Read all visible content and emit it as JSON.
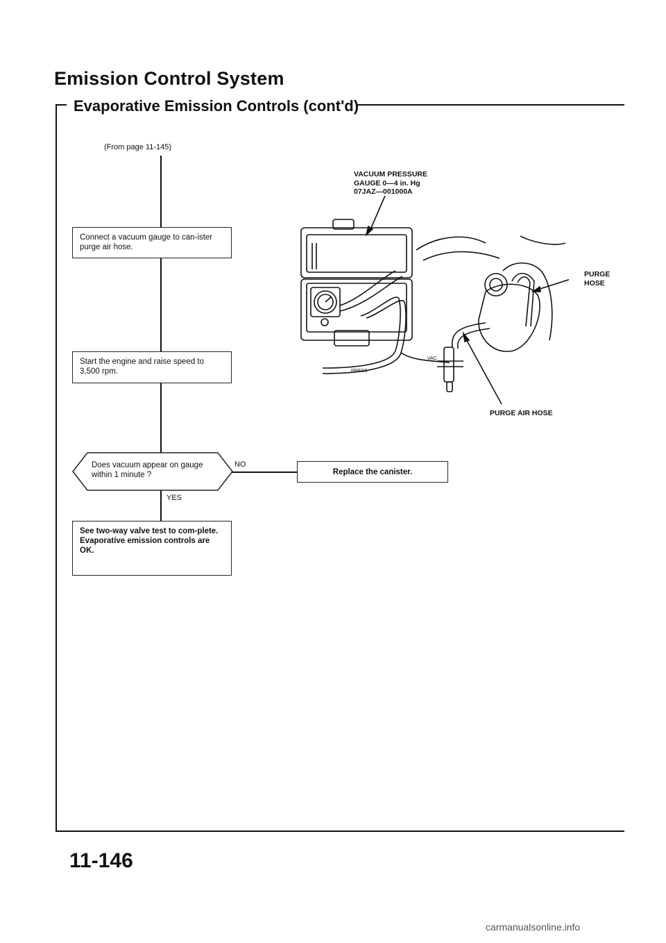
{
  "header": {
    "title": "Emission Control System",
    "subtitle": "Evaporative Emission Controls (cont'd)"
  },
  "flow": {
    "from_page": "(From page 11-145)",
    "step1": "Connect a vacuum gauge to can-ister purge air hose.",
    "step2": "Start the engine and raise speed to 3,500 rpm.",
    "decision": "Does vacuum appear on gauge within 1 minute ?",
    "no_label": "NO",
    "yes_label": "YES",
    "no_result": "Replace the canister.",
    "yes_result_1": "See two-way valve test to com-plete.",
    "yes_result_2": "Evaporative emission controls are OK."
  },
  "illustration": {
    "gauge_label_1": "VACUUM PRESSURE",
    "gauge_label_2": "GAUGE 0—4 in. Hg",
    "gauge_label_3": "07JAZ—001000A",
    "purge_hose_1": "PURGE",
    "purge_hose_2": "HOSE",
    "purge_air_hose": "PURGE AIR HOSE",
    "tag_press": "PRESS",
    "tag_vac": "VAC"
  },
  "page_number": "11-146",
  "footer": "carmanualsonline.info"
}
